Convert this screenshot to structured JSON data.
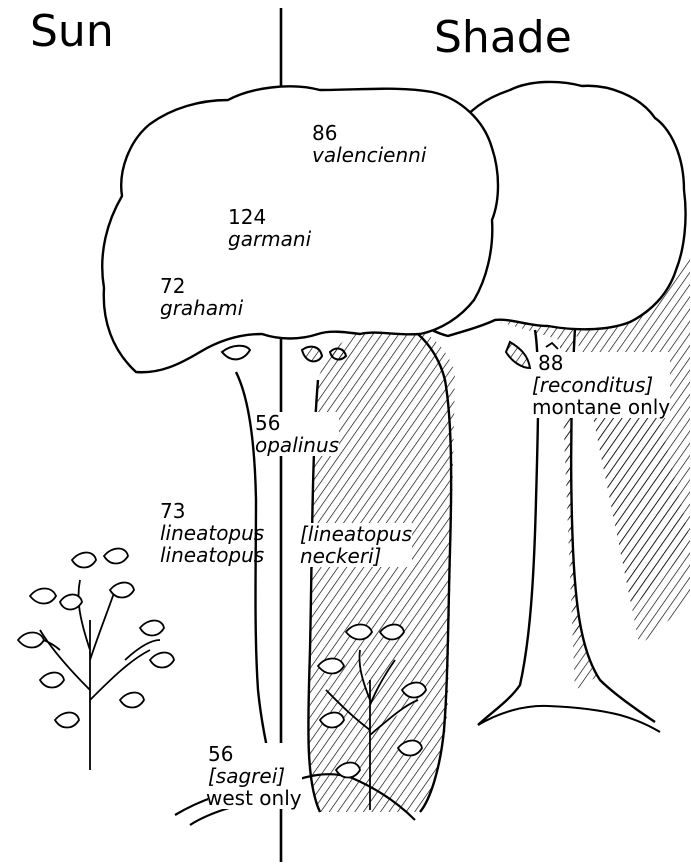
{
  "headers": {
    "sun": "Sun",
    "shade": "Shade"
  },
  "species": [
    {
      "id": "valencienni",
      "number": "86",
      "name": "valencienni",
      "note": ""
    },
    {
      "id": "garmani",
      "number": "124",
      "name": "garmani",
      "note": ""
    },
    {
      "id": "grahami",
      "number": "72",
      "name": "grahami",
      "note": ""
    },
    {
      "id": "opalinus",
      "number": "56",
      "name": "opalinus",
      "note": ""
    },
    {
      "id": "lineatopus-lineatopus",
      "number": "73",
      "name": "lineatopus",
      "name2": "lineatopus",
      "note": ""
    },
    {
      "id": "lineatopus-neckeri",
      "number": "",
      "name": "[lineatopus",
      "name2": "neckeri]",
      "note": ""
    },
    {
      "id": "sagrei",
      "number": "56",
      "name": "[sagrei]",
      "note": "west only"
    },
    {
      "id": "reconditus",
      "number": "88",
      "name": "[reconditus]",
      "note": "montane only"
    }
  ]
}
